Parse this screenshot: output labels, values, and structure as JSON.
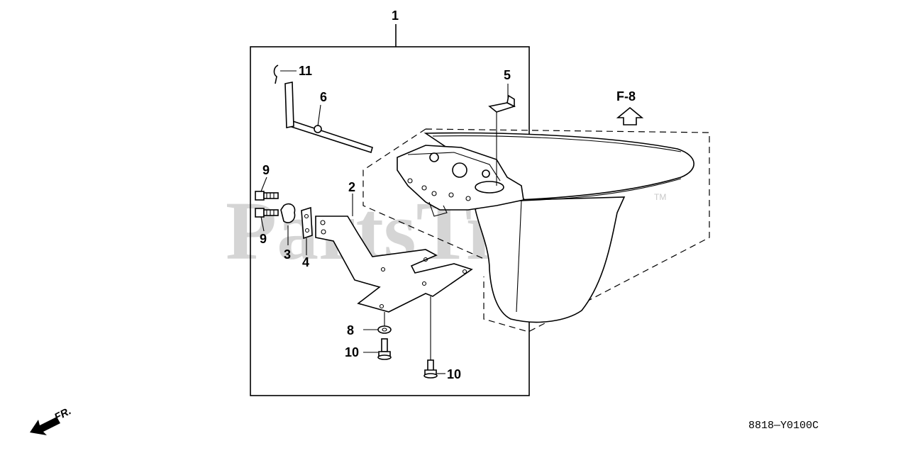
{
  "diagram": {
    "callouts": [
      {
        "id": "c1",
        "label": "1"
      },
      {
        "id": "c2",
        "label": "2"
      },
      {
        "id": "c3",
        "label": "3"
      },
      {
        "id": "c4",
        "label": "4"
      },
      {
        "id": "c5",
        "label": "5"
      },
      {
        "id": "c6",
        "label": "6"
      },
      {
        "id": "c8",
        "label": "8"
      },
      {
        "id": "c9a",
        "label": "9"
      },
      {
        "id": "c9b",
        "label": "9"
      },
      {
        "id": "c10a",
        "label": "10"
      },
      {
        "id": "c10b",
        "label": "10"
      },
      {
        "id": "c11",
        "label": "11"
      }
    ],
    "figure_ref": "F-8",
    "direction_label": "FR.",
    "diagram_code": "8818—Y0100C",
    "watermark": "PartsTree",
    "trademark": "TM"
  }
}
